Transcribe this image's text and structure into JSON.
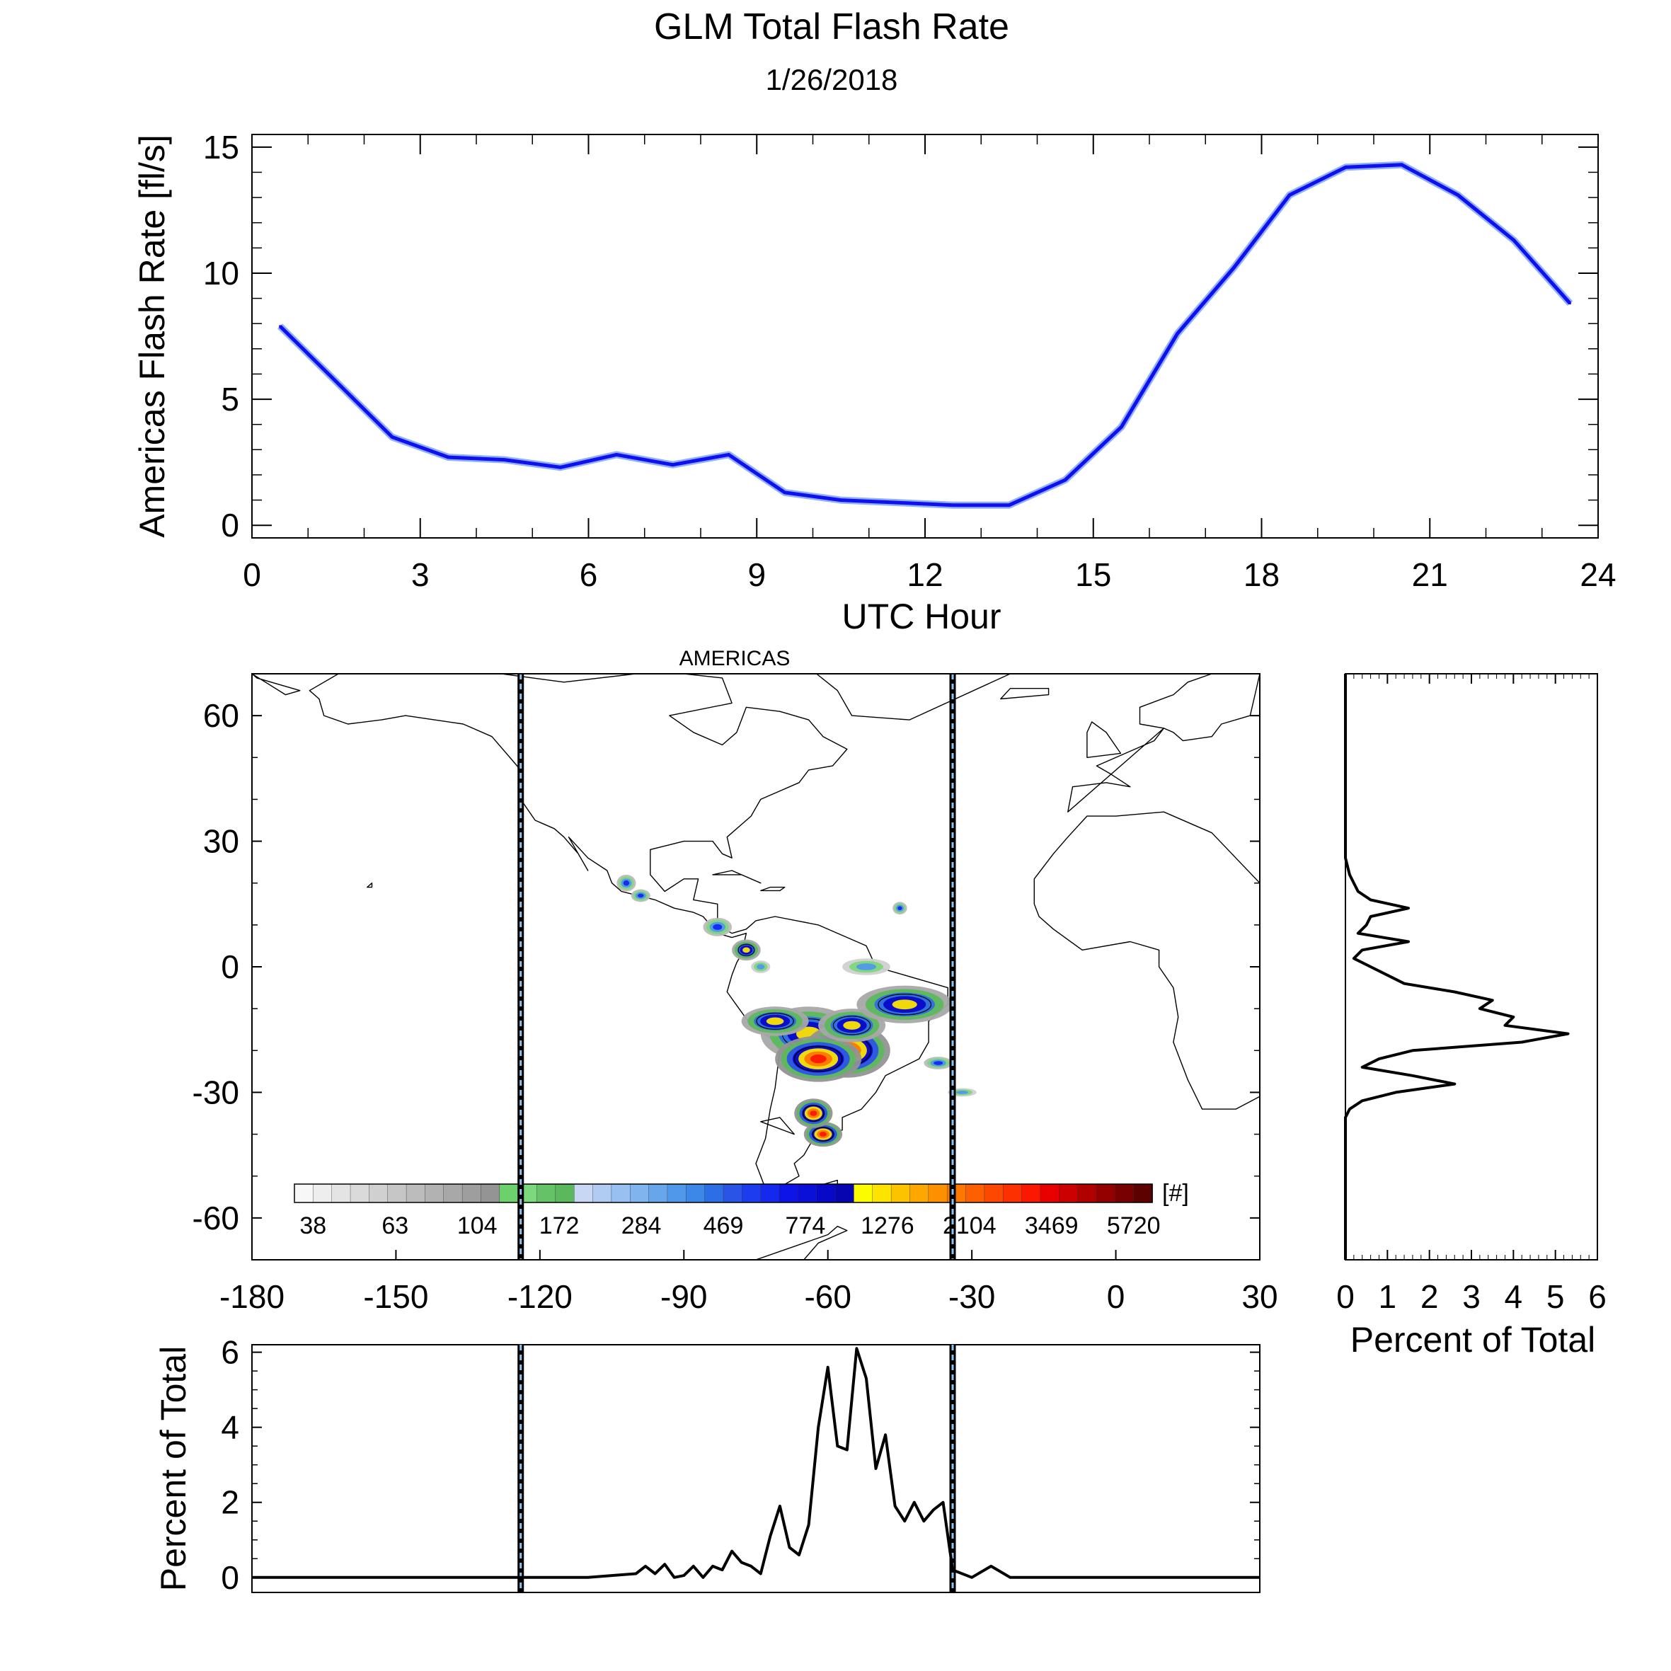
{
  "header": {
    "title": "GLM Total Flash Rate",
    "date": "1/26/2018"
  },
  "colors": {
    "series": "#1010ee",
    "divider_outer": "#000000",
    "divider_inner": "#8ec4f2"
  },
  "map": {
    "title": "AMERICAS",
    "bounds": {
      "lon": [
        -180,
        30
      ],
      "lat": [
        -70,
        70
      ]
    },
    "sector_boundaries_lon": [
      -124,
      -34
    ]
  },
  "chart_data": [
    {
      "type": "line",
      "name": "hourly-flash-rate",
      "xlabel": "UTC Hour",
      "ylabel": "Americas Flash Rate [fl/s]",
      "xlim": [
        0,
        24
      ],
      "ylim": [
        -0.5,
        15.5
      ],
      "xticks": [
        "0",
        "3",
        "6",
        "9",
        "12",
        "15",
        "18",
        "21",
        "24"
      ],
      "yticks": [
        "0",
        "5",
        "10",
        "15"
      ],
      "x": [
        0.5,
        1.5,
        2.5,
        3.5,
        4.5,
        5.5,
        6.5,
        7.5,
        8.5,
        9.5,
        10.5,
        11.5,
        12.5,
        13.5,
        14.5,
        15.5,
        16.5,
        17.5,
        18.5,
        19.5,
        20.5,
        21.5,
        22.5,
        23.5
      ],
      "y": [
        7.9,
        5.7,
        3.5,
        2.7,
        2.6,
        2.3,
        2.8,
        2.4,
        2.8,
        1.3,
        1.0,
        0.9,
        0.8,
        0.8,
        1.8,
        3.9,
        7.6,
        10.2,
        13.1,
        14.2,
        14.3,
        13.1,
        11.3,
        8.8
      ]
    },
    {
      "type": "heatmap",
      "name": "flash-density-map",
      "title": "AMERICAS",
      "xlim": [
        -180,
        30
      ],
      "ylim": [
        -70,
        70
      ],
      "xticks": [
        "-180",
        "-150",
        "-120",
        "-90",
        "-60",
        "-30",
        "0",
        "30"
      ],
      "yticks": [
        "-60",
        "-30",
        "0",
        "30",
        "60"
      ],
      "colorbar_unit": "[#]",
      "colorbar_labels": [
        "38",
        "63",
        "104",
        "172",
        "284",
        "469",
        "774",
        "1276",
        "2104",
        "3469",
        "5720"
      ],
      "colorbar_colors": [
        "#f7f7f7",
        "#eeeeee",
        "#e4e4e4",
        "#dadada",
        "#d0d0d0",
        "#c6c6c6",
        "#bcbcbc",
        "#b2b2b2",
        "#a8a8a8",
        "#9e9e9e",
        "#949494",
        "#6cd06c",
        "#7cd87c",
        "#66c266",
        "#5cb85c",
        "#c8d8f4",
        "#b0ccf2",
        "#98c0f0",
        "#80b4ee",
        "#68a6ec",
        "#5098ea",
        "#3c88e8",
        "#2c6ee6",
        "#2a54e6",
        "#1c3cee",
        "#1428ee",
        "#0c14e8",
        "#0a10d8",
        "#0808c8",
        "#0606b0",
        "#fcfc00",
        "#fce400",
        "#fcc400",
        "#fca800",
        "#fc9000",
        "#fc7800",
        "#fc6000",
        "#fc4800",
        "#fc3000",
        "#fc1800",
        "#e80000",
        "#cc0000",
        "#b00000",
        "#940000",
        "#780000",
        "#5c0000"
      ]
    },
    {
      "type": "line",
      "name": "latitude-profile",
      "xlabel": "Percent of Total",
      "xlim": [
        0,
        6
      ],
      "ylim": [
        -70,
        70
      ],
      "xticks": [
        "0",
        "1",
        "2",
        "3",
        "4",
        "5",
        "6"
      ],
      "lat": [
        26,
        22,
        18,
        16,
        14,
        12,
        10,
        8,
        6,
        4,
        2,
        0,
        -2,
        -4,
        -6,
        -8,
        -10,
        -12,
        -14,
        -16,
        -18,
        -20,
        -22,
        -24,
        -26,
        -28,
        -30,
        -32,
        -34,
        -36,
        -40
      ],
      "percent": [
        0,
        0.1,
        0.3,
        0.6,
        1.5,
        0.6,
        0.5,
        0.3,
        1.5,
        0.4,
        0.2,
        0.6,
        1.0,
        1.4,
        2.6,
        3.5,
        3.2,
        4.0,
        3.8,
        5.3,
        4.2,
        1.6,
        0.8,
        0.4,
        1.6,
        2.6,
        1.2,
        0.4,
        0.1,
        0,
        0
      ]
    },
    {
      "type": "line",
      "name": "longitude-profile",
      "ylabel": "Percent of Total",
      "xlim": [
        -180,
        30
      ],
      "ylim": [
        -0.4,
        6.2
      ],
      "yticks": [
        "0",
        "2",
        "4",
        "6"
      ],
      "lon": [
        -180,
        -124,
        -110,
        -100,
        -98,
        -96,
        -94,
        -92,
        -90,
        -88,
        -86,
        -84,
        -82,
        -80,
        -78,
        -76,
        -74,
        -72,
        -70,
        -68,
        -66,
        -64,
        -62,
        -60,
        -58,
        -56,
        -54,
        -52,
        -50,
        -48,
        -46,
        -44,
        -42,
        -40,
        -38,
        -36,
        -34,
        -30,
        -26,
        -22,
        30
      ],
      "percent": [
        0,
        0,
        0,
        0.1,
        0.3,
        0.1,
        0.35,
        0,
        0.05,
        0.3,
        0,
        0.3,
        0.2,
        0.7,
        0.4,
        0.3,
        0.1,
        1.1,
        1.9,
        0.8,
        0.6,
        1.4,
        4.0,
        5.6,
        3.5,
        3.4,
        6.1,
        5.3,
        2.9,
        3.8,
        1.9,
        1.5,
        2.0,
        1.5,
        1.8,
        2.0,
        0.2,
        0,
        0.3,
        0,
        0
      ]
    }
  ],
  "storms": [
    {
      "lon": -64,
      "lat": -16,
      "rx": 10,
      "ry": 6.5,
      "level": 2
    },
    {
      "lon": -56,
      "lat": -20,
      "rx": 9,
      "ry": 6.5,
      "level": 3
    },
    {
      "lon": -62,
      "lat": -22,
      "rx": 9,
      "ry": 5.5,
      "level": 3
    },
    {
      "lon": -55,
      "lat": -14,
      "rx": 7,
      "ry": 4,
      "level": 2
    },
    {
      "lon": -44,
      "lat": -9,
      "rx": 10,
      "ry": 4.5,
      "level": 2
    },
    {
      "lon": -71,
      "lat": -13,
      "rx": 7,
      "ry": 3.5,
      "level": 2
    },
    {
      "lon": -61,
      "lat": -40,
      "rx": 4,
      "ry": 3,
      "level": 3
    },
    {
      "lon": -63,
      "lat": -35,
      "rx": 4,
      "ry": 3.5,
      "level": 3
    },
    {
      "lon": -77,
      "lat": 4,
      "rx": 3,
      "ry": 2.5,
      "level": 2
    },
    {
      "lon": -83,
      "lat": 9.5,
      "rx": 3,
      "ry": 2.2,
      "level": 1
    },
    {
      "lon": -99,
      "lat": 17,
      "rx": 2,
      "ry": 1.5,
      "level": 1
    },
    {
      "lon": -102,
      "lat": 20,
      "rx": 2,
      "ry": 2,
      "level": 1
    },
    {
      "lon": -37,
      "lat": -23,
      "rx": 3,
      "ry": 1.5,
      "level": 1
    },
    {
      "lon": -74,
      "lat": 0,
      "rx": 2,
      "ry": 1.5,
      "level": 0
    },
    {
      "lon": -52,
      "lat": 0,
      "rx": 5,
      "ry": 2,
      "level": 0
    },
    {
      "lon": -32,
      "lat": -30,
      "rx": 3,
      "ry": 1,
      "level": 0
    },
    {
      "lon": -45,
      "lat": 14,
      "rx": 1.5,
      "ry": 1.5,
      "level": 1
    }
  ]
}
